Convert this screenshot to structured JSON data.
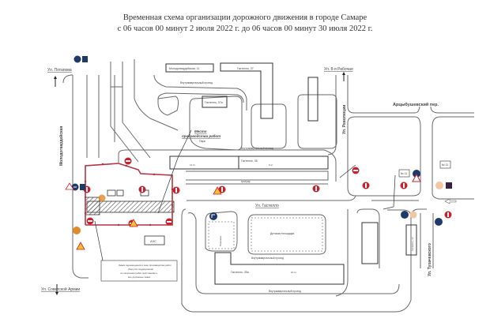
{
  "header": {
    "title_line1": "Временная схема организации дорожного движения в городе Самаре",
    "title_line2": "с 06 часов 00 минут 2 июля 2022 г. до 06 часов 00 минут 30 июля 2022 г."
  },
  "streets": {
    "potapova": "Ул. Потапова",
    "molodogvardeyskaya": "Молодогвардейская",
    "sovetskoy_armii": "Ул. Советской Армии",
    "rabochaya": "Ул. 8-я Рабочая",
    "revolyutsii": "Ул. Революции",
    "arcibushevsky": "Арцыбушевский пер.",
    "gastello": "Ул. Гастелло",
    "tukhachevskogo": "Ул. Тухачевского"
  },
  "buildings": {
    "b11": "Молодогвардейская, 11",
    "b37": "Гастелло, 37",
    "b37a": "Гастелло, 37а",
    "b35": "Гастелло, 35",
    "b35a": "Гастелло, 35а",
    "b17": "Гастелло, 17",
    "school": "Детская площадка",
    "azs": "АЗС",
    "no11a": "№ 11",
    "no11b": "№ 11",
    "floors9": "9 эт",
    "floors11": "11 эт",
    "floors10": "10 эт"
  },
  "labels": {
    "worksite_title": "Место",
    "worksite_sub": "производства работ",
    "worksite_note": "Парк",
    "driveway1": "Внутриквартальный проезд",
    "driveway2": "Внутриквартальный проезд",
    "driveway3": "Внутриквартальный проезд",
    "driveway4": "Внутриквартальный проезд",
    "parking": "Парковка",
    "sidewalk": "тротуар"
  },
  "legend": {
    "line1": "Знаки перемещения в зоне производства работ",
    "line2": "(берутся подрядчиком)",
    "line3": "по окончании работ восстановить",
    "line4": "все дорожные знаки"
  },
  "colors": {
    "work_zone": "#b3343f",
    "road": "#555555",
    "sign_red": "#c8222c",
    "sign_blue": "#1d3a6b",
    "sign_yellow": "#f2c12e",
    "note_blue": "#2a8fd6"
  }
}
